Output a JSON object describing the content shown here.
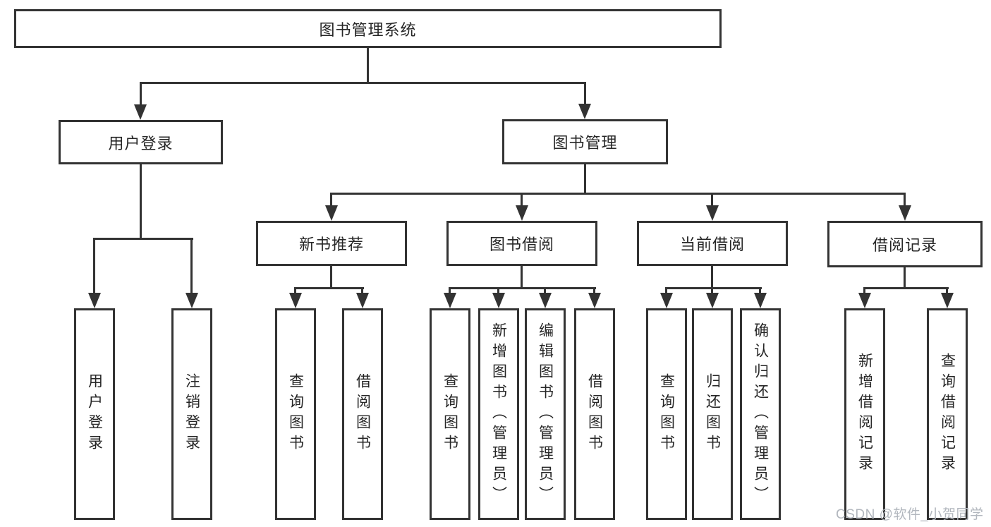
{
  "tree": {
    "label": "图书管理系统",
    "children": [
      {
        "label": "用户登录",
        "children": [
          {
            "label": "用户登录"
          },
          {
            "label": "注销登录"
          }
        ]
      },
      {
        "label": "图书管理",
        "children": [
          {
            "label": "新书推荐",
            "children": [
              {
                "label": "查询图书"
              },
              {
                "label": "借阅图书"
              }
            ]
          },
          {
            "label": "图书借阅",
            "children": [
              {
                "label": "查询图书"
              },
              {
                "label": "新增图书（管理员）"
              },
              {
                "label": "编辑图书（管理员）"
              },
              {
                "label": "借阅图书"
              }
            ]
          },
          {
            "label": "当前借阅",
            "children": [
              {
                "label": "查询图书"
              },
              {
                "label": "归还图书"
              },
              {
                "label": "确认归还（管理员）"
              }
            ]
          },
          {
            "label": "借阅记录",
            "children": [
              {
                "label": "新增借阅记录"
              },
              {
                "label": "查询借阅记录"
              }
            ]
          }
        ]
      }
    ]
  },
  "watermark": {
    "text": "CSDN @软件_小贺同学"
  },
  "colors": {
    "line": "#333333",
    "text": "#262626",
    "watermark": "#b2b7be",
    "background": "#ffffff"
  }
}
